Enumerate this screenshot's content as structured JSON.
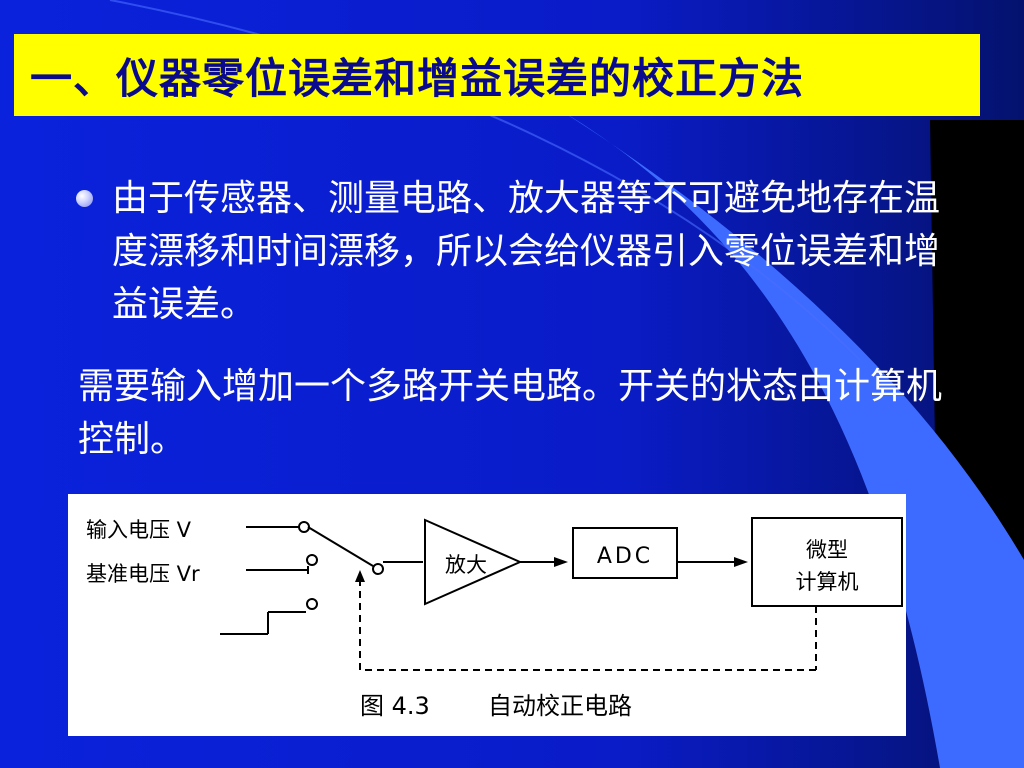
{
  "slide": {
    "title": "一、仪器零位误差和增益误差的校正方法",
    "bullet": "由于传感器、测量电路、放大器等不可避免地存在温度漂移和时间漂移，所以会给仪器引入零位误差和增益误差。",
    "paragraph": "需要输入增加一个多路开关电路。开关的状态由计算机控制。"
  },
  "diagram": {
    "input_label": "输入电压 V",
    "ref_label": "基准电压 Vr",
    "amp_label": "放大",
    "adc_label": "ADC",
    "computer_label_line1": "微型",
    "computer_label_line2": "计算机",
    "caption_number": "图 4.3",
    "caption_text": "自动校正电路"
  },
  "colors": {
    "background": "#0a1fd6",
    "title_box": "#ffff00",
    "title_text": "#0a0a8c",
    "accent": "#3d6bff"
  }
}
